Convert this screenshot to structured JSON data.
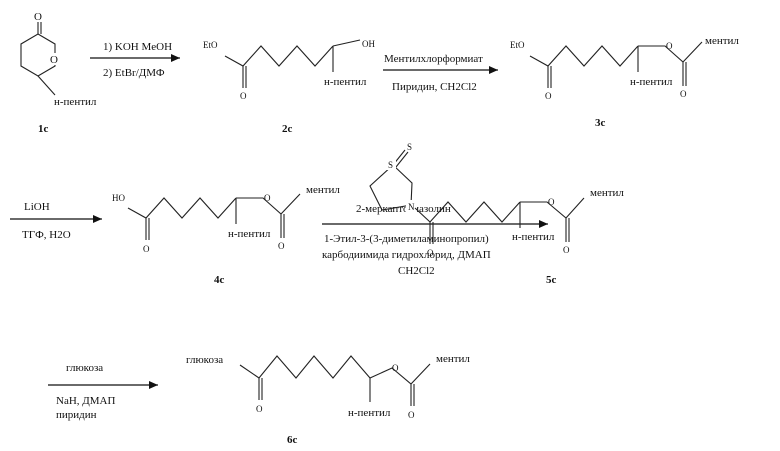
{
  "compounds": {
    "c1": "1c",
    "c2": "2c",
    "c3": "3c",
    "c4": "4c",
    "c5": "5c",
    "c6": "6c"
  },
  "atoms": {
    "o": "O",
    "oh": "OH",
    "eto": "EtO",
    "ho": "HO",
    "n": "N",
    "s": "S",
    "pentyl": "н-пентил",
    "menthyl": "ментил",
    "glucose": "глюкоза"
  },
  "reagents": {
    "step1_line1": "1) KOH MeOH",
    "step1_line2": "2) EtBr/ДМФ",
    "step2_line1": "Ментилхлорформиат",
    "step2_line2": "Пиридин, CH2Cl2",
    "step3_line1": "LiOH",
    "step3_line2": "ТГФ, H2O",
    "step4_line1": "2-меркаптотиазолин",
    "step4_line2": "1-Этил-3-(3-диметиламинопропил)",
    "step4_line3": "карбодиимида гидрохлорид, ДМАП",
    "step4_line4": "CH2Cl2",
    "step5_line1": "глюкоза",
    "step5_line2": "NaH, ДМАП",
    "step5_line3": "пиридин"
  }
}
